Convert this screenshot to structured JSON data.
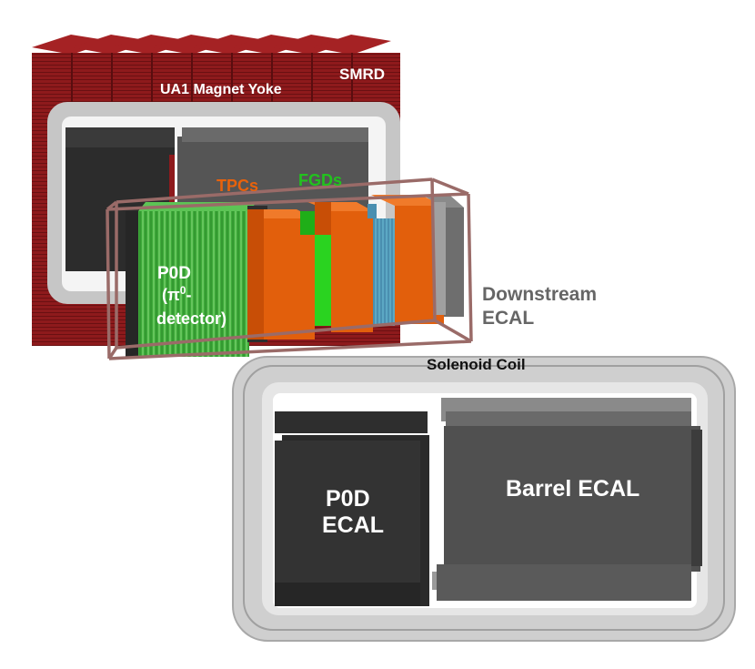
{
  "labels": {
    "magnet_yoke": "UA1 Magnet Yoke",
    "smrd": "SMRD",
    "tpcs": "TPCs",
    "fgds": "FGDs",
    "p0d_line1": "P0D",
    "p0d_line2_open": "(π",
    "p0d_line2_sup": "0",
    "p0d_line2_dash": "-",
    "p0d_line3": "detector)",
    "downstream_line1": "Downstream",
    "downstream_line2": "ECAL",
    "solenoid": "Solenoid Coil",
    "p0d_ecal_line1": "P0D",
    "p0d_ecal_line2": "ECAL",
    "barrel_ecal": "Barrel ECAL"
  },
  "colors": {
    "yoke": "#8e1a1c",
    "yoke_dark": "#6f1214",
    "coil": "#c8c8c8",
    "coil_dark": "#9c9c9c",
    "ecal": "#4a4a4a",
    "ecal_dark": "#2b2b2b",
    "tpc": "#e8620c",
    "fgd": "#22c21e",
    "p0d": "#3eaa3a",
    "frame": "#9a6b68",
    "label_tpc": "#e8620c",
    "label_fgd": "#22c21e",
    "label_gray": "#666666"
  }
}
